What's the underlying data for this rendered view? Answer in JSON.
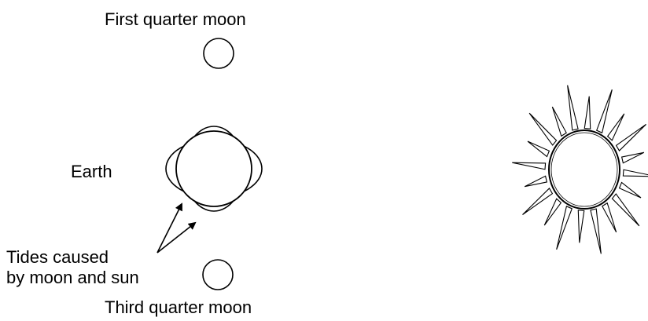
{
  "labels": {
    "first_quarter": "First quarter moon",
    "earth": "Earth",
    "tides_line1": "Tides caused",
    "tides_line2": "by moon and sun",
    "third_quarter": "Third quarter moon"
  },
  "colors": {
    "stroke": "#000000",
    "background": "#ffffff"
  }
}
